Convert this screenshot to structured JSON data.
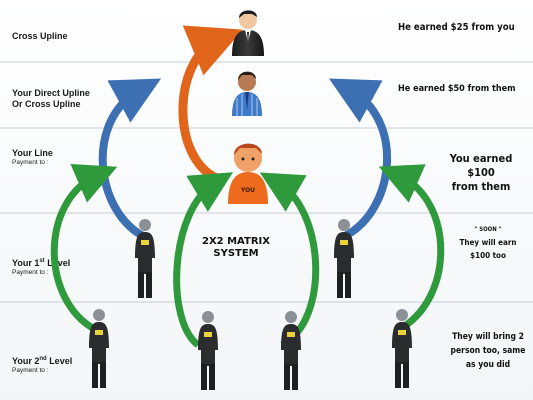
{
  "rows": [
    {
      "label": "Cross Upline",
      "sub": ""
    },
    {
      "label": "Your Direct Upline",
      "label2": "Or Cross Upline",
      "sub": ""
    },
    {
      "label": "Your Line",
      "sub": "Payment to :"
    },
    {
      "label_pre": "Your 1",
      "label_sup": "st",
      "label_post": " Level",
      "sub": "Payment to :"
    },
    {
      "label_pre": "Your 2",
      "label_sup": "nd",
      "label_post": " Level",
      "sub": "Payment to :"
    }
  ],
  "notes": {
    "top": "He earned $25 from you",
    "upline": "He earned $50 from them",
    "you_line1": "You earned $100",
    "you_line2": "from them",
    "soon": "\" SOON \"",
    "will_earn_1": "They will earn",
    "will_earn_2": "$100 too",
    "bring_1": "They will bring 2",
    "bring_2": "person too, same",
    "bring_3": "as you did"
  },
  "center": {
    "line1": "2X2 MATRIX",
    "line2": "SYSTEM"
  },
  "you_label": "YOU",
  "badge_label": "YOU",
  "colors": {
    "orange": "#e0651a",
    "blue": "#3d6fb3",
    "green": "#2e9a3c",
    "grid": "#c7cdd6"
  }
}
